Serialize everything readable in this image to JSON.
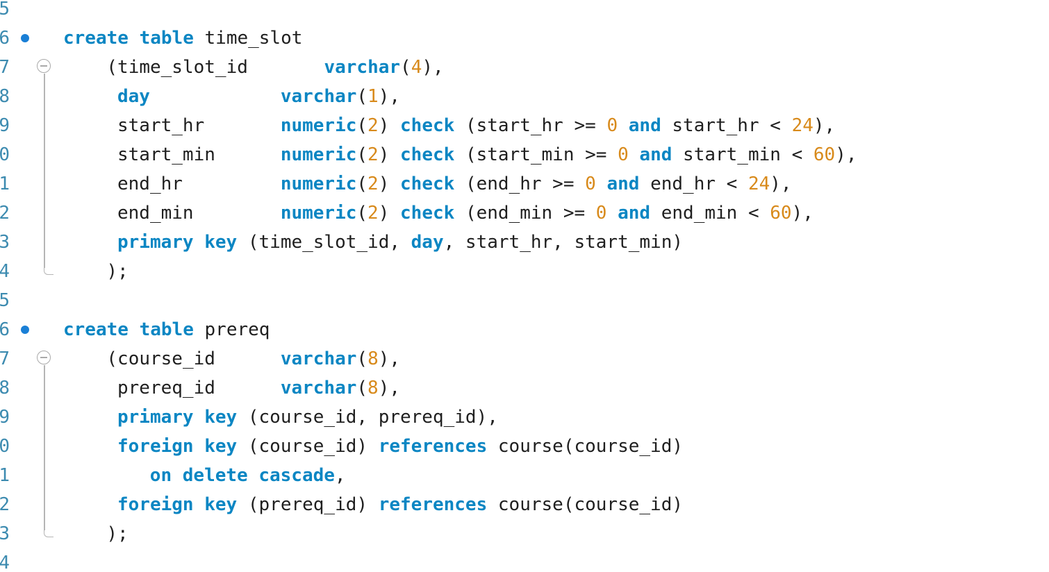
{
  "editor": {
    "colors": {
      "keyword": "#0b86c3",
      "number": "#d88a1b",
      "text": "#1f1f1f",
      "line_number": "#3d8bb0",
      "bookmark": "#1a7fd6",
      "fold_marker": "#a9a9a9"
    },
    "lines": [
      {
        "number": "5",
        "indent": 0,
        "tokens": []
      },
      {
        "number": "6",
        "indent": 0,
        "marker": "bookmark",
        "tokens": [
          {
            "t": "create",
            "k": "kw"
          },
          {
            "t": " ",
            "k": "txt"
          },
          {
            "t": "table",
            "k": "kw"
          },
          {
            "t": " time_slot",
            "k": "txt"
          }
        ]
      },
      {
        "number": "7",
        "indent": 4,
        "marker": "fold-open",
        "tokens": [
          {
            "t": "(time_slot_id       ",
            "k": "txt"
          },
          {
            "t": "varchar",
            "k": "kw"
          },
          {
            "t": "(",
            "k": "txt"
          },
          {
            "t": "4",
            "k": "num"
          },
          {
            "t": "),",
            "k": "txt"
          }
        ]
      },
      {
        "number": "8",
        "indent": 5,
        "tokens": [
          {
            "t": "day",
            "k": "kw"
          },
          {
            "t": "            ",
            "k": "txt"
          },
          {
            "t": "varchar",
            "k": "kw"
          },
          {
            "t": "(",
            "k": "txt"
          },
          {
            "t": "1",
            "k": "num"
          },
          {
            "t": "),",
            "k": "txt"
          }
        ]
      },
      {
        "number": "9",
        "indent": 5,
        "tokens": [
          {
            "t": "start_hr       ",
            "k": "txt"
          },
          {
            "t": "numeric",
            "k": "kw"
          },
          {
            "t": "(",
            "k": "txt"
          },
          {
            "t": "2",
            "k": "num"
          },
          {
            "t": ") ",
            "k": "txt"
          },
          {
            "t": "check",
            "k": "kw"
          },
          {
            "t": " (start_hr >= ",
            "k": "txt"
          },
          {
            "t": "0",
            "k": "num"
          },
          {
            "t": " ",
            "k": "txt"
          },
          {
            "t": "and",
            "k": "kw"
          },
          {
            "t": " start_hr < ",
            "k": "txt"
          },
          {
            "t": "24",
            "k": "num"
          },
          {
            "t": "),",
            "k": "txt"
          }
        ]
      },
      {
        "number": "0",
        "indent": 5,
        "tokens": [
          {
            "t": "start_min      ",
            "k": "txt"
          },
          {
            "t": "numeric",
            "k": "kw"
          },
          {
            "t": "(",
            "k": "txt"
          },
          {
            "t": "2",
            "k": "num"
          },
          {
            "t": ") ",
            "k": "txt"
          },
          {
            "t": "check",
            "k": "kw"
          },
          {
            "t": " (start_min >= ",
            "k": "txt"
          },
          {
            "t": "0",
            "k": "num"
          },
          {
            "t": " ",
            "k": "txt"
          },
          {
            "t": "and",
            "k": "kw"
          },
          {
            "t": " start_min < ",
            "k": "txt"
          },
          {
            "t": "60",
            "k": "num"
          },
          {
            "t": "),",
            "k": "txt"
          }
        ]
      },
      {
        "number": "1",
        "indent": 5,
        "tokens": [
          {
            "t": "end_hr         ",
            "k": "txt"
          },
          {
            "t": "numeric",
            "k": "kw"
          },
          {
            "t": "(",
            "k": "txt"
          },
          {
            "t": "2",
            "k": "num"
          },
          {
            "t": ") ",
            "k": "txt"
          },
          {
            "t": "check",
            "k": "kw"
          },
          {
            "t": " (end_hr >= ",
            "k": "txt"
          },
          {
            "t": "0",
            "k": "num"
          },
          {
            "t": " ",
            "k": "txt"
          },
          {
            "t": "and",
            "k": "kw"
          },
          {
            "t": " end_hr < ",
            "k": "txt"
          },
          {
            "t": "24",
            "k": "num"
          },
          {
            "t": "),",
            "k": "txt"
          }
        ]
      },
      {
        "number": "2",
        "indent": 5,
        "tokens": [
          {
            "t": "end_min        ",
            "k": "txt"
          },
          {
            "t": "numeric",
            "k": "kw"
          },
          {
            "t": "(",
            "k": "txt"
          },
          {
            "t": "2",
            "k": "num"
          },
          {
            "t": ") ",
            "k": "txt"
          },
          {
            "t": "check",
            "k": "kw"
          },
          {
            "t": " (end_min >= ",
            "k": "txt"
          },
          {
            "t": "0",
            "k": "num"
          },
          {
            "t": " ",
            "k": "txt"
          },
          {
            "t": "and",
            "k": "kw"
          },
          {
            "t": " end_min < ",
            "k": "txt"
          },
          {
            "t": "60",
            "k": "num"
          },
          {
            "t": "),",
            "k": "txt"
          }
        ]
      },
      {
        "number": "3",
        "indent": 5,
        "tokens": [
          {
            "t": "primary",
            "k": "kw"
          },
          {
            "t": " ",
            "k": "txt"
          },
          {
            "t": "key",
            "k": "kw"
          },
          {
            "t": " (time_slot_id, ",
            "k": "txt"
          },
          {
            "t": "day",
            "k": "kw"
          },
          {
            "t": ", start_hr, start_min)",
            "k": "txt"
          }
        ]
      },
      {
        "number": "4",
        "indent": 4,
        "marker": "fold-end",
        "tokens": [
          {
            "t": ");",
            "k": "txt"
          }
        ]
      },
      {
        "number": "5",
        "indent": 0,
        "tokens": []
      },
      {
        "number": "6",
        "indent": 0,
        "marker": "bookmark",
        "tokens": [
          {
            "t": "create",
            "k": "kw"
          },
          {
            "t": " ",
            "k": "txt"
          },
          {
            "t": "table",
            "k": "kw"
          },
          {
            "t": " prereq",
            "k": "txt"
          }
        ]
      },
      {
        "number": "7",
        "indent": 4,
        "marker": "fold-open",
        "tokens": [
          {
            "t": "(course_id      ",
            "k": "txt"
          },
          {
            "t": "varchar",
            "k": "kw"
          },
          {
            "t": "(",
            "k": "txt"
          },
          {
            "t": "8",
            "k": "num"
          },
          {
            "t": "),",
            "k": "txt"
          }
        ]
      },
      {
        "number": "8",
        "indent": 5,
        "tokens": [
          {
            "t": "prereq_id      ",
            "k": "txt"
          },
          {
            "t": "varchar",
            "k": "kw"
          },
          {
            "t": "(",
            "k": "txt"
          },
          {
            "t": "8",
            "k": "num"
          },
          {
            "t": "),",
            "k": "txt"
          }
        ]
      },
      {
        "number": "9",
        "indent": 5,
        "tokens": [
          {
            "t": "primary",
            "k": "kw"
          },
          {
            "t": " ",
            "k": "txt"
          },
          {
            "t": "key",
            "k": "kw"
          },
          {
            "t": " (course_id, prereq_id),",
            "k": "txt"
          }
        ]
      },
      {
        "number": "0",
        "indent": 5,
        "tokens": [
          {
            "t": "foreign",
            "k": "kw"
          },
          {
            "t": " ",
            "k": "txt"
          },
          {
            "t": "key",
            "k": "kw"
          },
          {
            "t": " (course_id) ",
            "k": "txt"
          },
          {
            "t": "references",
            "k": "kw"
          },
          {
            "t": " course(course_id)",
            "k": "txt"
          }
        ]
      },
      {
        "number": "1",
        "indent": 8,
        "tokens": [
          {
            "t": "on",
            "k": "kw"
          },
          {
            "t": " ",
            "k": "txt"
          },
          {
            "t": "delete",
            "k": "kw"
          },
          {
            "t": " ",
            "k": "txt"
          },
          {
            "t": "cascade",
            "k": "kw"
          },
          {
            "t": ",",
            "k": "txt"
          }
        ]
      },
      {
        "number": "2",
        "indent": 5,
        "tokens": [
          {
            "t": "foreign",
            "k": "kw"
          },
          {
            "t": " ",
            "k": "txt"
          },
          {
            "t": "key",
            "k": "kw"
          },
          {
            "t": " (prereq_id) ",
            "k": "txt"
          },
          {
            "t": "references",
            "k": "kw"
          },
          {
            "t": " course(course_id)",
            "k": "txt"
          }
        ]
      },
      {
        "number": "3",
        "indent": 4,
        "marker": "fold-end",
        "tokens": [
          {
            "t": ");",
            "k": "txt"
          }
        ]
      },
      {
        "number": "4",
        "indent": 0,
        "tokens": []
      }
    ]
  }
}
